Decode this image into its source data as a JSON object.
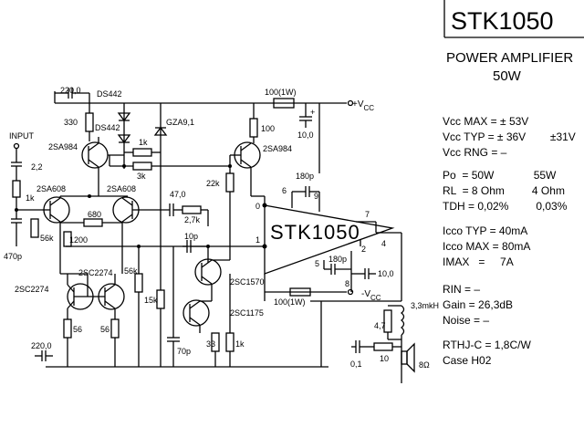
{
  "title": "STK1050",
  "subtitle_line1": "POWER AMPLIFIER",
  "subtitle_line2": "50W",
  "chip_label": "STK1050",
  "labels": {
    "input": "INPUT",
    "vcc_pos": "+V",
    "vcc_pos_sub": "CC",
    "vcc_neg": "-V",
    "vcc_neg_sub": "CC",
    "c_in": "2,2",
    "r_in": "1k",
    "c_470p": "470p",
    "r_56k_in": "56k",
    "r_1200": "1200",
    "r_680": "680",
    "q_2sa608_left": "2SA608",
    "q_2sa608_right": "2SA608",
    "q_2sa984_left": "2SA984",
    "q_2sa984_right": "2SA984",
    "c_220_top": "220,0",
    "r_330": "330",
    "d_ds442_a": "DS442",
    "d_ds442_b": "DS442",
    "z_gza91": "GZA9,1",
    "r_1k_mid": "1k",
    "r_3k": "3k",
    "r_100": "100",
    "r_100_1w_top": "100(1W)",
    "c_10_top": "10,0",
    "r_22k": "22k",
    "c_180p_top": "180p",
    "c_47": "47,0",
    "r_2k7": "2,7k",
    "c_10p": "10p",
    "q_2sc2274_left": "2SC2274",
    "q_2sc2274_right": "2SC2274",
    "r_56_left": "56",
    "r_56_right": "56",
    "c_220_bot": "220,0",
    "r_56k_mid": "56k",
    "r_15k": "15k",
    "c_70p": "70p",
    "q_2sc1570": "2SC1570",
    "q_2sc1175": "2SC1175",
    "r_33": "33",
    "r_1k_bot": "1k",
    "c_180p_bot": "180p",
    "c_10_bot": "10,0",
    "r_100_1w_bot": "100(1W)",
    "l_33mkh": "3,3mkH",
    "r_47": "4,7",
    "c_01": "0,1",
    "r_10": "10",
    "spk_8": "8Ω",
    "pin0": "0",
    "pin6": "6",
    "pin9": "9",
    "pin7": "7",
    "pin1": "1",
    "pin2": "2",
    "pin4": "4",
    "pin5": "5",
    "pin8": "8"
  },
  "specs": [
    "Vcc MAX = ± 53V",
    "Vcc TYP = ± 36V        ±31V",
    "Vcc RNG =  –",
    "Po  = 50W             55W",
    "RL  = 8 Ohm         4 Ohm",
    "TDH = 0,02%         0,03%",
    "Icco TYP = 40mA",
    "Icco MAX = 80mA",
    "IMAX   =     7A",
    "RIN   =  –",
    "Gain  = 26,3dB",
    "Noise =   –",
    "RTHJ-C = 1,8C/W",
    "Case   H02"
  ]
}
